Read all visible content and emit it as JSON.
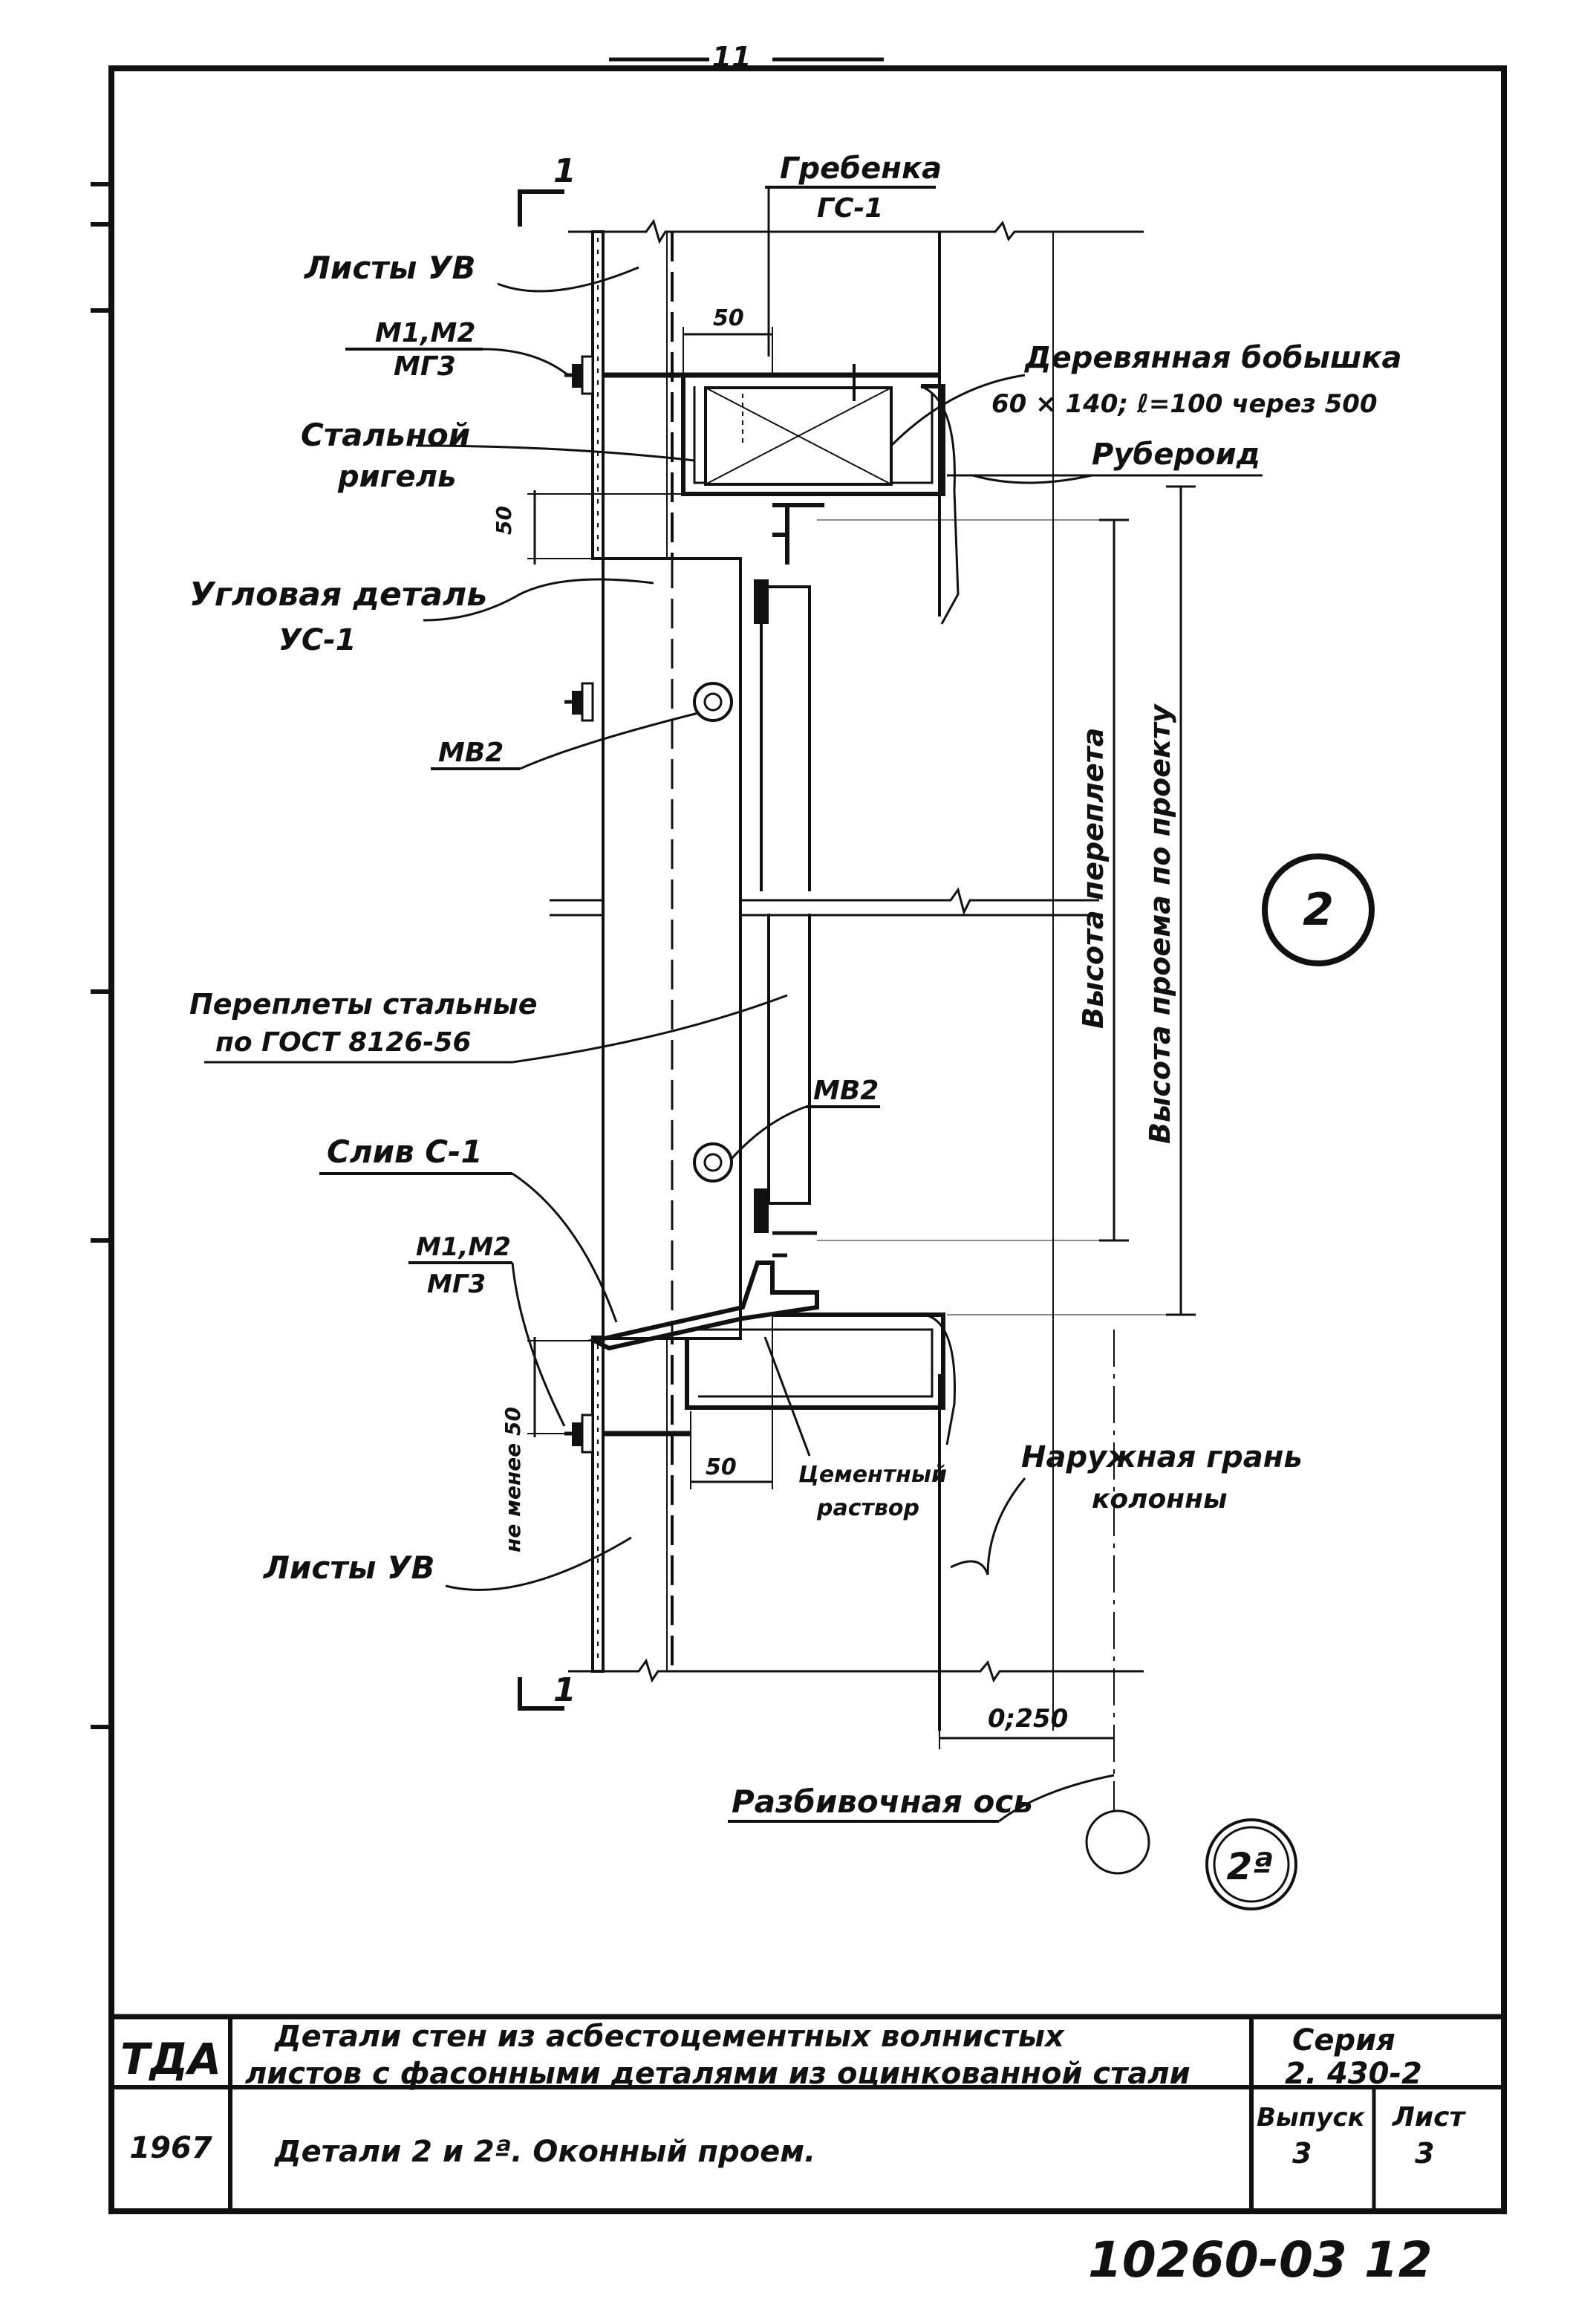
{
  "page_number": "11",
  "labels": {
    "section_mark": "1",
    "grebenka_title": "Гребенка",
    "grebenka_code": "ГС-1",
    "sheets_top": "Листы УВ",
    "m1m2_top": "М1,М2",
    "mg3_top": "МГ3",
    "dim_50_top": "50",
    "wood_block_line1": "Деревянная бобышка",
    "wood_block_line2": "60 × 140; ℓ=100  через 500",
    "steel_beam_line1": "Стальной",
    "steel_beam_line2": "ригель",
    "ruberoid": "Рубероид",
    "dim_50_vertical": "50",
    "corner_part_line1": "Угловая деталь",
    "corner_part_line2": "УС-1",
    "mb2_left": "МВ2",
    "frame_height": "Высота переплета",
    "opening_height": "Высота проема  по проекту",
    "detail_2": "2",
    "frames_line1": "Переплеты стальные",
    "frames_line2": "по ГОСТ 8126-56",
    "mb2_right": "МВ2",
    "drip_label": "Слив С-1",
    "m1m2_bottom": "М1,М2",
    "mg3_bottom": "МГ3",
    "min_50": "не менее 50",
    "dim_50_bottom": "50",
    "cement_line1": "Цементный",
    "cement_line2": "раствор",
    "column_face_line1": "Наружная грань",
    "column_face_line2": "колонны",
    "sheets_bottom": "Листы УВ",
    "dim_250": "0;250",
    "axis_label": "Разбивочная ось",
    "detail_2a": "2ª"
  },
  "title_block": {
    "org": "ТДА",
    "title_line1": "Детали стен  из асбестоцементных  волнистых",
    "title_line2": "листов  с фасонными   деталями  из  оцинкованной  стали",
    "series_label": "Серия",
    "series_value": "2. 430-2",
    "year": "1967",
    "subtitle": "Детали 2 и 2ª. Оконный   проем.",
    "issue_label": "Выпуск",
    "issue_value": "3",
    "sheet_label": "Лист",
    "sheet_value": "3"
  },
  "stamp_number": "10260-03 12"
}
